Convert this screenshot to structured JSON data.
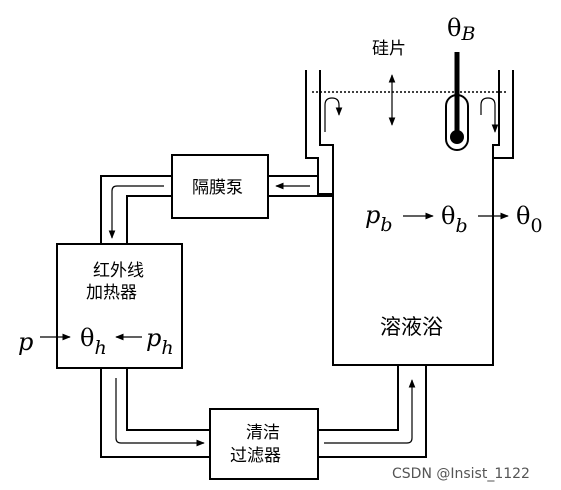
{
  "labels": {
    "silicon_wafer": "硅片",
    "diaphragm_pump": "隔膜泵",
    "ir_heater_line1": "红外线",
    "ir_heater_line2": "加热器",
    "filter_line1": "清洁",
    "filter_line2": "过滤器",
    "solution_bath": "溶液浴"
  },
  "symbols": {
    "theta": "θ",
    "theta_B_sub": "B",
    "p": "p",
    "p_b_sub": "b",
    "theta_b_sub": "b",
    "theta_0_sub": "0",
    "theta_h_sub": "h",
    "p_h_sub": "h"
  },
  "watermark": "CSDN @Insist_1122"
}
